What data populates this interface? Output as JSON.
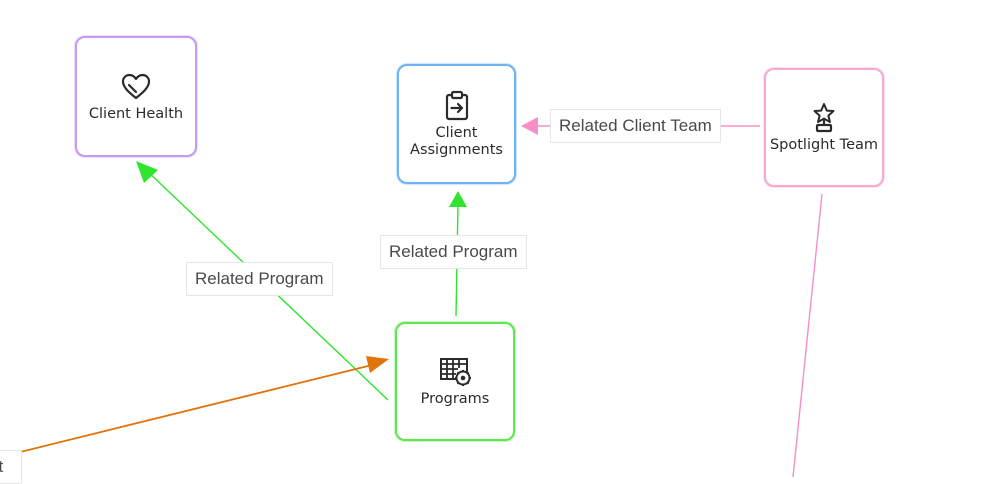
{
  "nodes": {
    "client_health": {
      "label": "Client Health",
      "icon": "heart-icon",
      "color": "#c59af2"
    },
    "client_assignments": {
      "label": "Client Assignments",
      "icon": "clipboard-arrow-icon",
      "color": "#6fb3f5"
    },
    "spotlight_team": {
      "label": "Spotlight Team",
      "icon": "trophy-icon",
      "color": "#f7a9cf"
    },
    "programs": {
      "label": "Programs",
      "icon": "grid-gear-icon",
      "color": "#5ee84f"
    }
  },
  "edges": {
    "programs_to_health": {
      "label": "Related Program",
      "color": "#2fe52f"
    },
    "programs_to_assignments": {
      "label": "Related Program",
      "color": "#2fe52f"
    },
    "spotlight_to_assignments": {
      "label": "Related Client Team",
      "color": "#f58fc7"
    },
    "offscreen_to_programs": {
      "label": "nt",
      "color": "#e0730a"
    },
    "spotlight_down": {
      "label": "",
      "color": "#f58fc7"
    }
  }
}
